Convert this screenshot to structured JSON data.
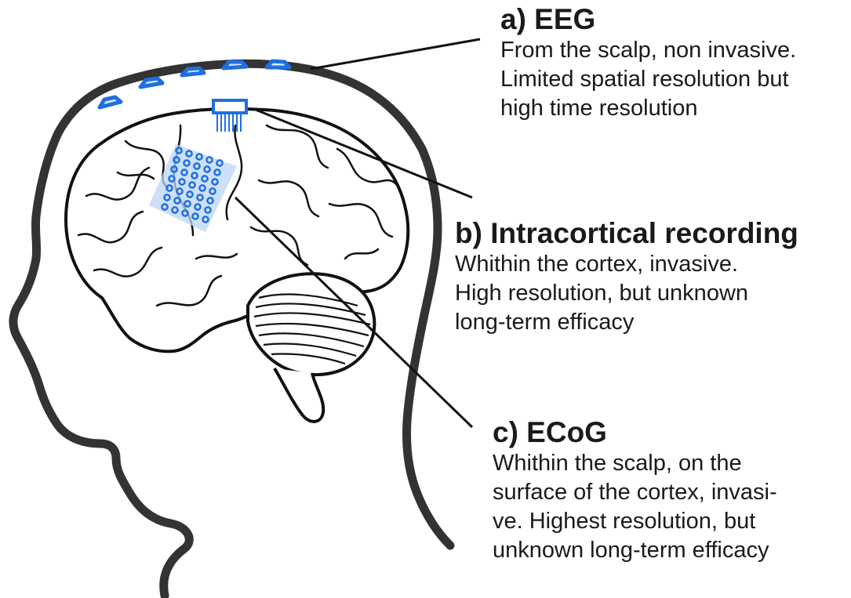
{
  "labels": {
    "eeg": {
      "title": "a) EEG",
      "lines": [
        "From the scalp, non invasive.",
        "Limited spatial resolution but",
        "high time resolution"
      ]
    },
    "intracortical": {
      "title": "b) Intracortical recording",
      "lines": [
        "Whithin the cortex, invasive.",
        "High resolution, but unknown",
        "long-term efficacy"
      ]
    },
    "ecog": {
      "title": "c) ECoG",
      "lines": [
        "Whithin the scalp, on the",
        "surface of the cortex, invasi-",
        "ve. Highest resolution, but",
        "unknown long-term efficacy"
      ]
    }
  },
  "colors": {
    "outline": "#333333",
    "electrode": "#1e6fe0",
    "grid_fill": "#bcd6f5",
    "brain_line": "#111111"
  },
  "icons": [
    "head-silhouette",
    "brain-icon",
    "cerebellum-icon",
    "eeg-electrode-icon",
    "intracortical-array-icon",
    "ecog-grid-icon"
  ]
}
